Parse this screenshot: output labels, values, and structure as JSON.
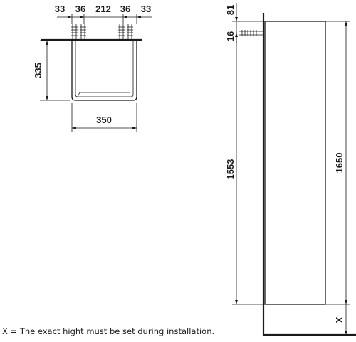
{
  "dimensions": {
    "top_33_left": "33",
    "top_36_left": "36",
    "top_212": "212",
    "top_36_right": "36",
    "top_33_right": "33",
    "height_335": "335",
    "width_350": "350",
    "side_81": "81",
    "side_16": "16",
    "height_1553": "1553",
    "height_1650": "1650",
    "x_label": "X"
  },
  "note": "X = The exact hight must be set during installation."
}
